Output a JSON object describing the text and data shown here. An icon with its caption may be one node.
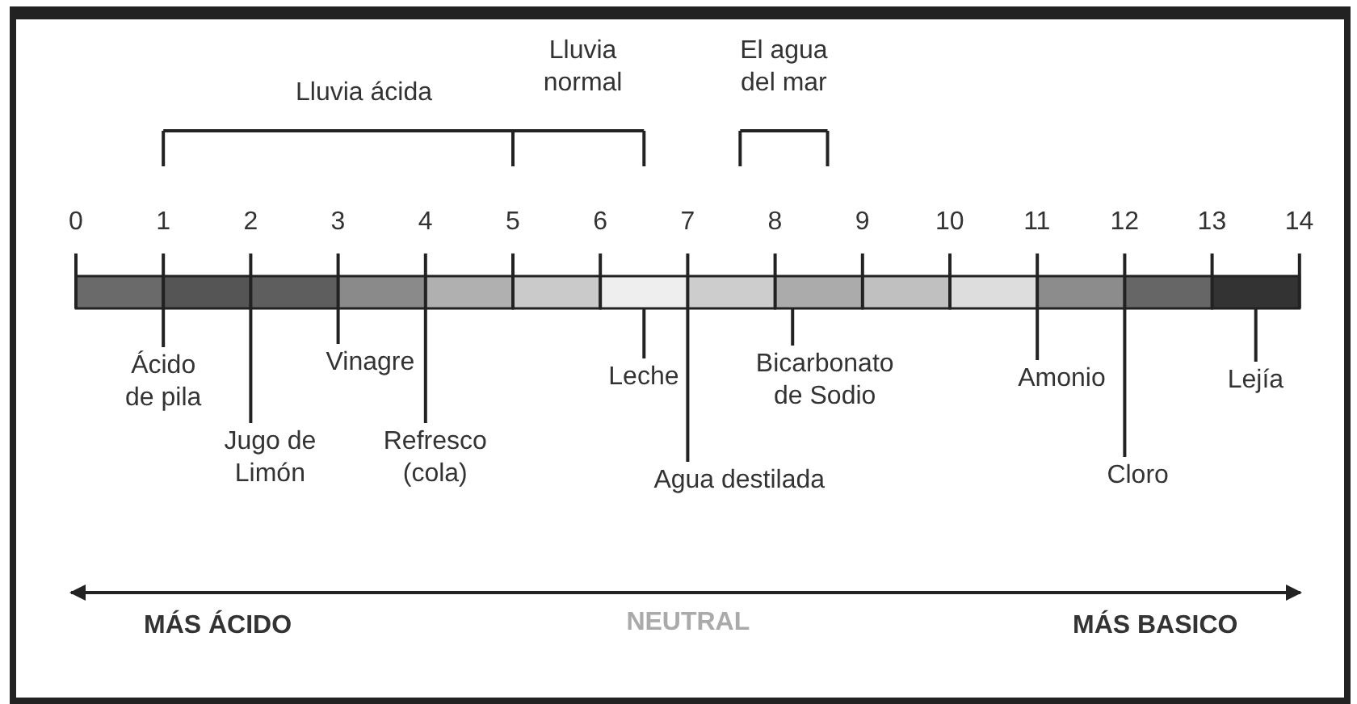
{
  "diagram": {
    "nodes": [
      {
        "text": [
          "Ácido de pila"
        ]
      },
      {
        "text": [
          "Jugo de Limón"
        ]
      },
      {
        "text": [
          "Vinagre"
        ]
      },
      {
        "text": [
          "Refresco (cola)"
        ]
      },
      {
        "text": [
          "Leche"
        ]
      },
      {
        "text": [
          "Agua destilada"
        ]
      },
      {
        "text": [
          "Bicarbonato de Sodio"
        ]
      },
      {
        "text": [
          "Amonio"
        ]
      },
      {
        "text": [
          "Cloro"
        ]
      },
      {
        "text": [
          "Lejía"
        ]
      },
      {
        "text": [],
        "shape": "bar"
      }
    ],
    "edges": [
      {
        "from": 0,
        "to": 10,
        "arrow": "none"
      },
      {
        "from": 1,
        "to": 10,
        "arrow": "none"
      },
      {
        "from": 2,
        "to": 10,
        "arrow": "none"
      },
      {
        "from": 3,
        "to": 10,
        "arrow": "none"
      },
      {
        "from": 4,
        "to": 10,
        "arrow": "none"
      },
      {
        "from": 5,
        "to": 10,
        "arrow": "none"
      },
      {
        "from": 6,
        "to": 10,
        "arrow": "none"
      },
      {
        "from": 7,
        "to": 10,
        "arrow": "none"
      },
      {
        "from": 8,
        "to": 10,
        "arrow": "none"
      },
      {
        "from": 9,
        "to": 10,
        "arrow": "none"
      }
    ],
    "labels": [
      "Lluvia ácida",
      "Lluvia normal",
      "El agua del mar",
      "0",
      "1",
      "2",
      "3",
      "4",
      "5",
      "6",
      "7",
      "8",
      "9",
      "10",
      "11",
      "12",
      "13",
      "14",
      "MÁS ÁCIDO",
      "NEUTRAL",
      "MÁS BASICO"
    ]
  }
}
